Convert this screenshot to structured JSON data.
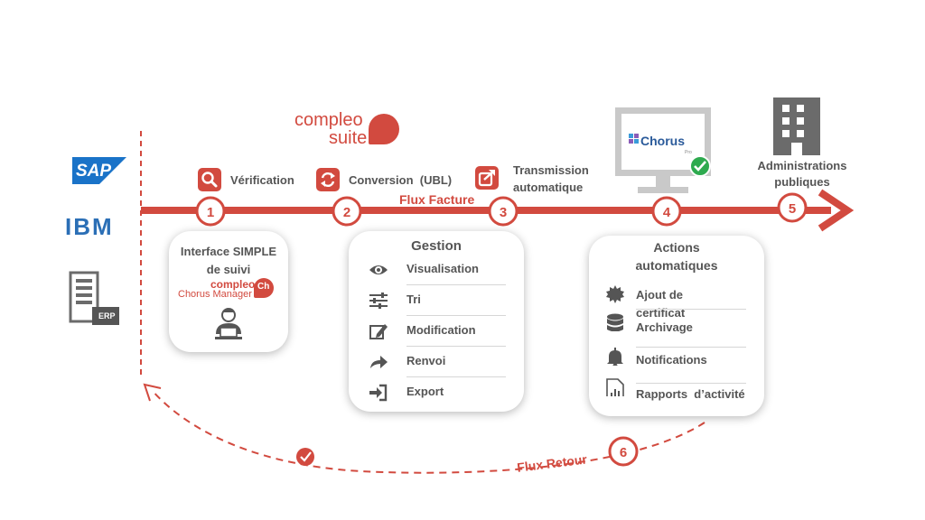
{
  "sources": {
    "sap": "SAP",
    "ibm": "IBM",
    "erp": "ERP"
  },
  "brand": {
    "compleo_suite_line1": "compleo",
    "compleo_suite_line2": "suite",
    "chorus_manager_line1": "compleo",
    "chorus_manager_line2": "Chorus Manager",
    "chorus_manager_badge": "Ch"
  },
  "flow": {
    "forward_label": "Flux Facture",
    "return_label": "Flux Retour",
    "steps": [
      {
        "num": "1",
        "label": "Vérification",
        "icon": "search-icon"
      },
      {
        "num": "2",
        "label": "Conversion  (UBL)",
        "icon": "refresh-icon"
      },
      {
        "num": "3",
        "label_line1": "Transmission",
        "label_line2": "automatique",
        "icon": "share-icon"
      },
      {
        "num": "4",
        "icon": "monitor-icon"
      },
      {
        "num": "5",
        "label_line1": "Administrations",
        "label_line2": "publiques",
        "icon": "building-icon"
      },
      {
        "num": "6"
      }
    ]
  },
  "chorus": {
    "logo_text": "Chorus",
    "logo_sub": "Pro"
  },
  "interface_card": {
    "title_line1": "Interface SIMPLE",
    "title_line2": "de suivi"
  },
  "gestion_card": {
    "title": "Gestion",
    "items": [
      {
        "label": "Visualisation",
        "icon": "eye-icon"
      },
      {
        "label": "Tri",
        "icon": "sliders-icon"
      },
      {
        "label": "Modification",
        "icon": "edit-icon"
      },
      {
        "label": "Renvoi",
        "icon": "forward-arrow-icon"
      },
      {
        "label": "Export",
        "icon": "export-icon"
      }
    ]
  },
  "actions_card": {
    "title_line1": "Actions",
    "title_line2": "automatiques",
    "items": [
      {
        "label_line1": "Ajout de",
        "label_line2": "certificat",
        "icon": "certificate-icon"
      },
      {
        "label": "Archivage",
        "icon": "database-icon"
      },
      {
        "label": "Notifications",
        "icon": "bell-icon"
      },
      {
        "label": "Rapports  d’activité",
        "icon": "report-icon"
      }
    ]
  },
  "colors": {
    "accent": "#d24a3f",
    "text": "#555555",
    "gray_icon": "#6b6b6b",
    "sap_blue": "#1a73c8",
    "ibm_blue": "#2b6fb6",
    "chorus_blue": "#2a5a9a",
    "check_green": "#2eaa4f"
  }
}
